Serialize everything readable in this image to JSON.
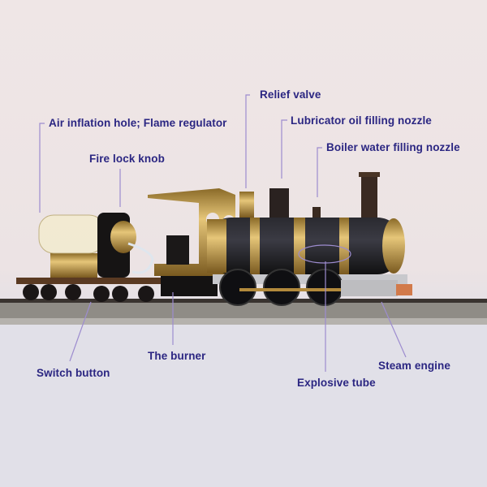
{
  "labels": {
    "relief_valve": "Relief valve",
    "air_inflation": "Air inflation hole; Flame regulator",
    "lubricator": "Lubricator oil filling nozzle",
    "fire_lock": "Fire lock knob",
    "boiler_water": "Boiler water filling nozzle",
    "switch_button": "Switch button",
    "burner": "The burner",
    "explosive_tube": "Explosive tube",
    "steam_engine": "Steam engine"
  },
  "colors": {
    "label_text": "#2b2682",
    "leader_line": "#9d8ccf",
    "brass": "#c9a24a",
    "boiler_black": "#1c1c22"
  }
}
